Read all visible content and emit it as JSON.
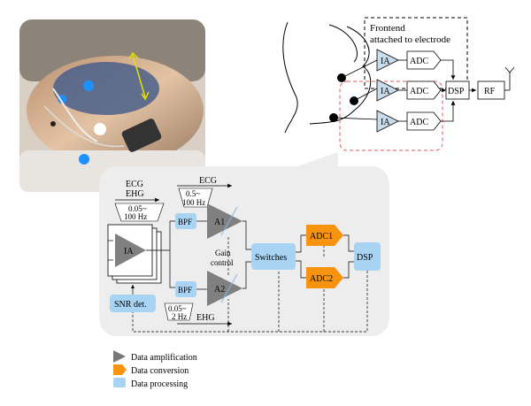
{
  "top_diagram": {
    "frontend_label_line1": "Frontend",
    "frontend_label_line2": "attached to electrode",
    "ia_label": "IA",
    "adc_label": "ADC",
    "dsp_label": "DSP",
    "rf_label": "RF"
  },
  "detail": {
    "ecg_ehg_line1": "ECG",
    "ecg_ehg_line2": "EHG",
    "bw_wide_line1": "0.05~",
    "bw_wide_line2": "100 Hz",
    "ecg_top": "ECG",
    "bw_ecg_line1": "0.5~",
    "bw_ecg_line2": "100 Hz",
    "ia": "IA",
    "bpf_top": "BPF",
    "bpf_bottom": "BPF",
    "a1": "A1",
    "a2": "A2",
    "gain_line1": "Gain",
    "gain_line2": "control",
    "switches": "Switches",
    "adc1": "ADC1",
    "adc2": "ADC2",
    "dsp": "DSP",
    "snr": "SNR det.",
    "bw_ehg_line1": "0.05~",
    "bw_ehg_line2": "2 Hz",
    "ehg_bottom": "EHG"
  },
  "legend": [
    {
      "label": "Data amplification",
      "color": "#777777",
      "icon": "triangle-icon"
    },
    {
      "label": "Data conversion",
      "color": "#f7930f",
      "icon": "pentagon-icon"
    },
    {
      "label": "Data processing",
      "color": "#a9d3f2",
      "icon": "rounded-square-icon"
    }
  ],
  "colors": {
    "amp_gray": "#808080",
    "conversion_orange": "#f7930f",
    "processing_blue": "#a9d3f2",
    "ia_fill": "#c9dcec",
    "panel_bg": "#ededed",
    "red_dashed": "#e05a5a"
  }
}
